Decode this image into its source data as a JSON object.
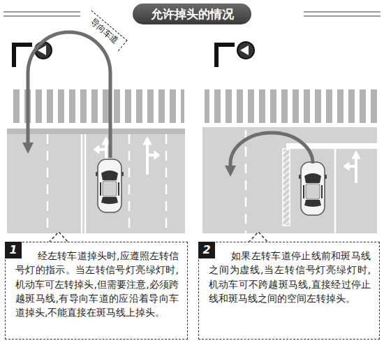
{
  "diagram": {
    "title": "允许掉头的情况",
    "nodes": [
      {
        "text": [
          "导向车道"
        ]
      },
      {
        "text": [
          "经左转车道掉头时,应遵照左转信号灯的指示。当左转信号灯亮绿灯时,机动车可左转掉头,但需要注意,必须跨越斑马线,有导向车道的应沿着导向车道掉头,不能直接在斑马线上掉头。"
        ]
      },
      {
        "text": [
          "1"
        ],
        "in": 1
      },
      {
        "text": [
          "如果左转车道停止线前和斑马线之间为虚线,当左转信号灯亮绿灯时,机动车可不跨越斑马线,直接经过停止线和斑马线之间的空间左转掉头。"
        ]
      },
      {
        "text": [
          "2"
        ],
        "in": 3
      }
    ]
  }
}
